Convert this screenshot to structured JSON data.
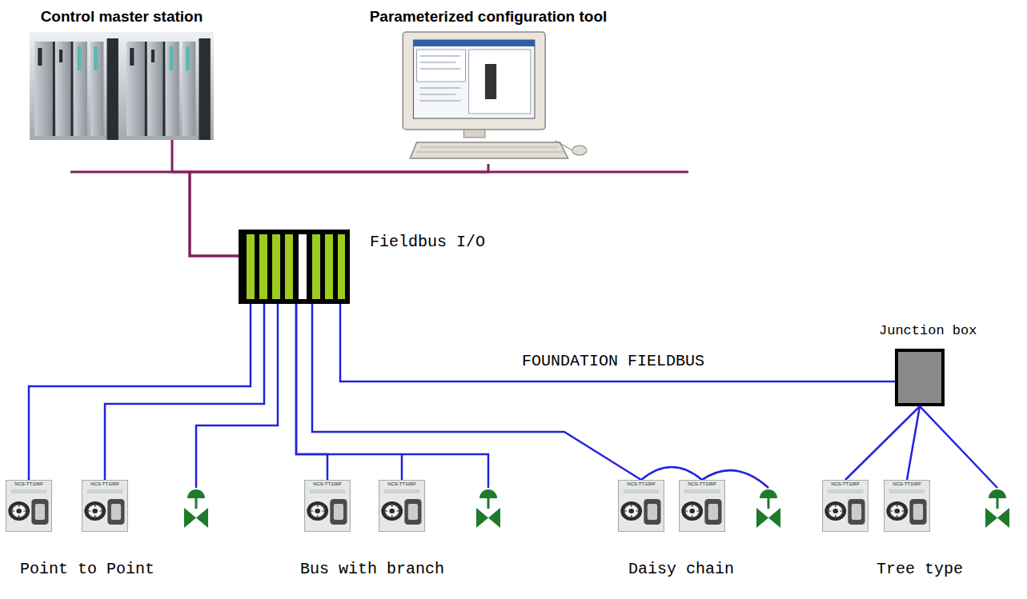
{
  "diagram": {
    "nodes": [
      {
        "text": [
          "Control master station"
        ]
      },
      {
        "text": [
          "Parameterized configuration tool"
        ]
      },
      {
        "text": [
          "Fieldbus I/O"
        ]
      },
      {
        "text": [
          "Junction box"
        ]
      },
      {
        "text": [
          "NCS-TT106F"
        ]
      },
      {
        "text": [
          "NCS-TT106F"
        ]
      },
      {
        "text": [
          "NCS-TT106F"
        ]
      },
      {
        "text": [
          "NCS-TT106F"
        ]
      },
      {
        "text": [
          "NCS-TT106F"
        ]
      },
      {
        "text": [
          "NCS-TT106F"
        ]
      },
      {
        "text": [
          "NCS-TT106F"
        ]
      },
      {
        "text": [
          "NCS-TT106F"
        ]
      }
    ],
    "edges": [
      {
        "from": 0,
        "to": 2,
        "arrow": "none"
      },
      {
        "from": 1,
        "to": 2,
        "arrow": "none"
      },
      {
        "from": 2,
        "to": 4,
        "arrow": "none"
      },
      {
        "from": 2,
        "to": 5,
        "arrow": "none"
      },
      {
        "from": 2,
        "to": 6,
        "arrow": "none"
      },
      {
        "from": 2,
        "to": 7,
        "arrow": "none"
      },
      {
        "from": 2,
        "to": 8,
        "arrow": "none"
      },
      {
        "from": 8,
        "to": 9,
        "arrow": "none"
      },
      {
        "from": 2,
        "to": 3,
        "label": "FOUNDATION FIELDBUS",
        "arrow": "none"
      },
      {
        "from": 3,
        "to": 10,
        "arrow": "none"
      },
      {
        "from": 3,
        "to": 11,
        "arrow": "none"
      }
    ],
    "labels": [
      "Point to Point",
      "Bus with branch",
      "Daisy chain",
      "Tree type"
    ]
  }
}
